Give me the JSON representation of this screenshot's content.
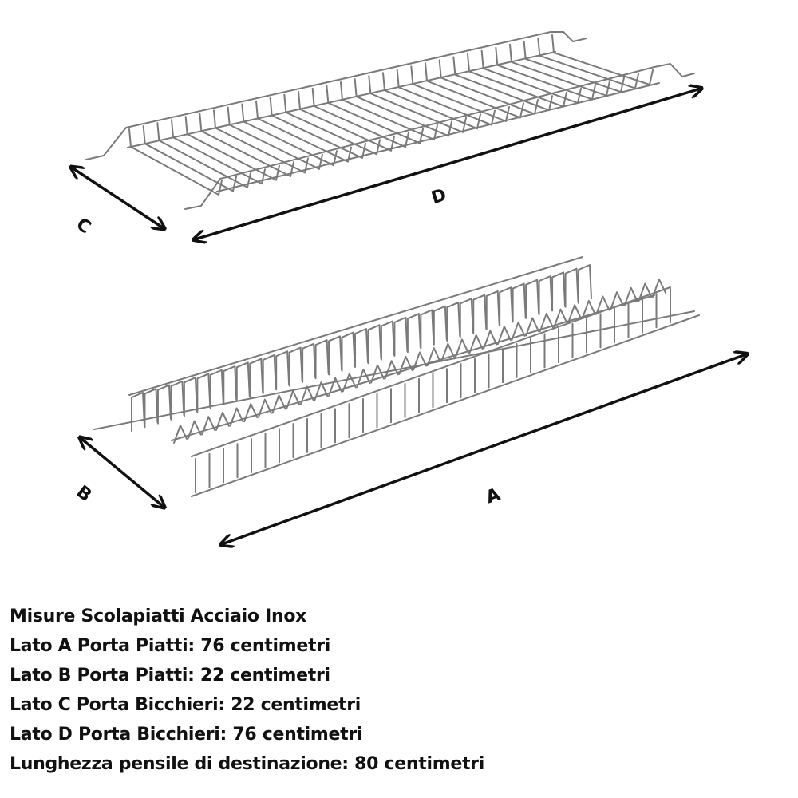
{
  "labels": {
    "c": "C",
    "d": "D",
    "b": "B",
    "a": "A"
  },
  "spec": [
    "Misure Scolapiatti Acciaio Inox",
    "Lato A Porta Piatti: 76 centimetri",
    "Lato B Porta Piatti: 22 centimetri",
    "Lato C Porta Bicchieri: 22 centimetri",
    "Lato D Porta Bicchieri: 76 centimetri",
    "Lunghezza pensile di destinazione: 80 centimetri"
  ],
  "colors": {
    "wire": "#7a7a7a",
    "arrow": "#111111",
    "text": "#111111"
  }
}
